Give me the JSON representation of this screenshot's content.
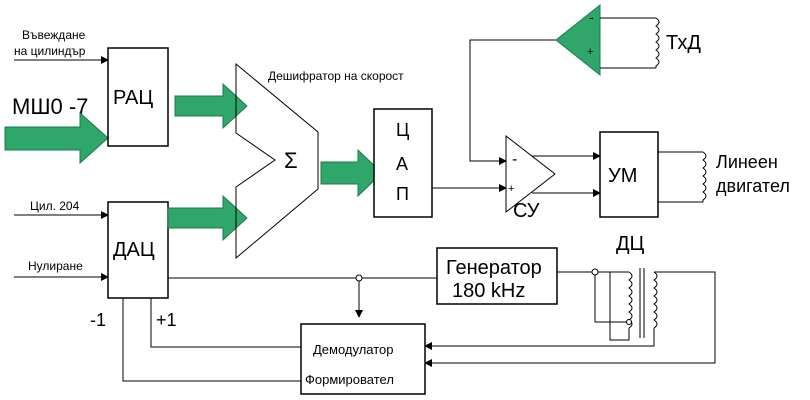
{
  "labels": {
    "input_cylinder": [
      "Въвеждане",
      "на цилиндър"
    ],
    "msh": "МШ0 -7",
    "rac": "РАЦ",
    "cil204": "Цил. 204",
    "nulirane": "Нулиране",
    "dac_block": "ДАЦ",
    "decoder": "Дешифратор на скорост",
    "sigma": "Σ",
    "cap": [
      "Ц",
      "А",
      "П"
    ],
    "minus": "-",
    "plus": "+",
    "su": "СУ",
    "um": "УМ",
    "motor": [
      "Линеен",
      "двигател"
    ],
    "txd": "ТхД",
    "generator": [
      "Генератор",
      "180 kHz"
    ],
    "dc": "ДЦ",
    "demod": [
      "Демодулатор",
      "Формировател"
    ],
    "m1": "-1",
    "p1": "+1"
  },
  "colors": {
    "arrow_fill": "#2fa66a",
    "amp_fill": "#2fa66a"
  }
}
